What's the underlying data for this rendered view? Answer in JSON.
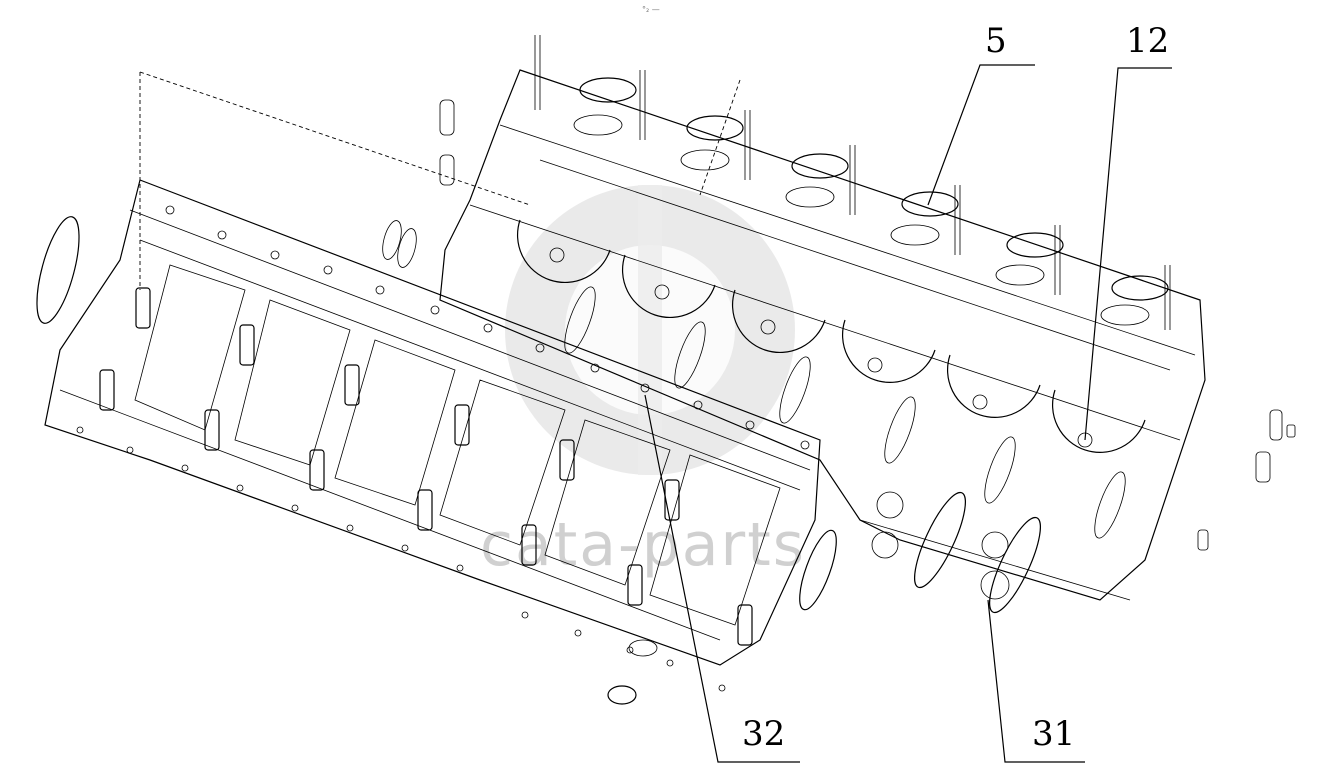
{
  "diagram": {
    "watermark": {
      "brand": "cata-parts",
      "logo_name": "cata-parts-logo"
    },
    "header_mark": "°₂ —",
    "callouts": [
      {
        "id": "callout-5",
        "label": "5"
      },
      {
        "id": "callout-12",
        "label": "12"
      },
      {
        "id": "callout-32",
        "label": "32"
      },
      {
        "id": "callout-31",
        "label": "31"
      }
    ]
  }
}
